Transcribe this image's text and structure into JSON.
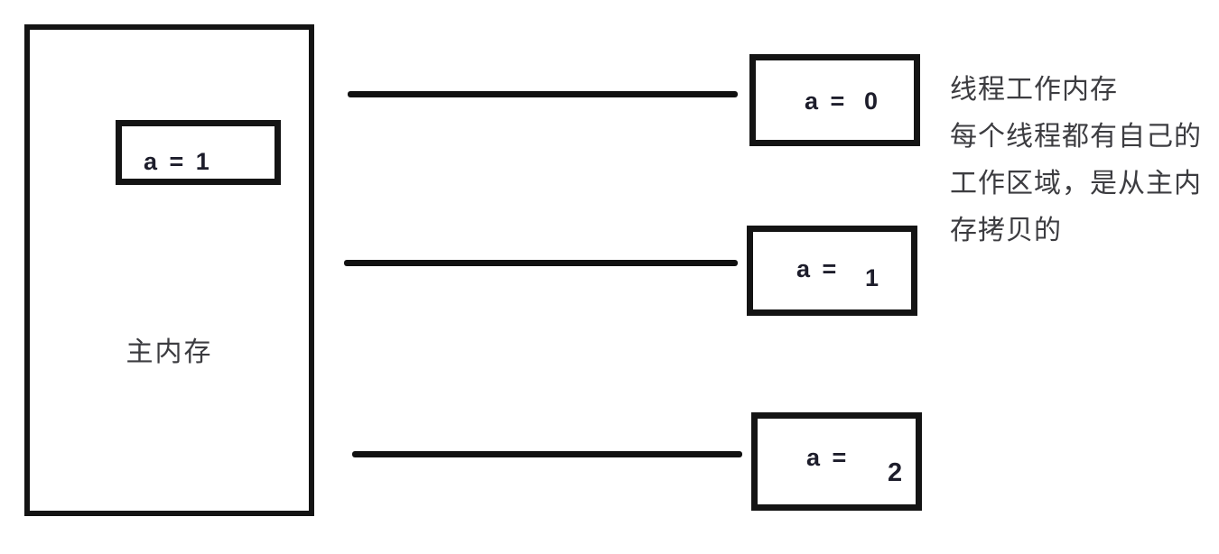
{
  "diagram": {
    "main_memory": {
      "label": "主内存",
      "variable": "a = 1"
    },
    "thread_memories": [
      {
        "expr": "a =",
        "value": "0"
      },
      {
        "expr": "a =",
        "value": "1"
      },
      {
        "expr": "a =",
        "value": "2"
      }
    ],
    "annotation": {
      "lines": [
        "线程工作内存",
        "每个线程都有自己的",
        "工作区域，是从主内",
        "存拷贝的"
      ]
    },
    "colors": {
      "stroke": "#141414",
      "background": "#ffffff",
      "text": "#3c3c40",
      "value_text": "#1d1d2b"
    }
  }
}
